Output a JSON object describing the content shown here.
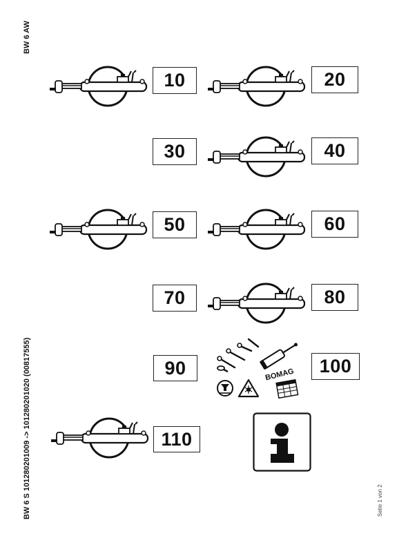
{
  "header": {
    "model": "BW 6 AW"
  },
  "footer": {
    "serial_range": "BW 6 S 101280201009  -> 101280201020 (00817555)",
    "page_indicator": "Seite 1 von 2"
  },
  "groups": [
    {
      "number": "10",
      "icon": "roller-compactor-icon"
    },
    {
      "number": "20",
      "icon": "roller-compactor-icon"
    },
    {
      "number": "30",
      "icon": null
    },
    {
      "number": "40",
      "icon": "roller-compactor-icon"
    },
    {
      "number": "50",
      "icon": "roller-compactor-icon"
    },
    {
      "number": "60",
      "icon": "roller-compactor-icon"
    },
    {
      "number": "70",
      "icon": null
    },
    {
      "number": "80",
      "icon": "roller-compactor-icon"
    },
    {
      "number": "90",
      "icon": null
    },
    {
      "number": "100",
      "icon": "tools-and-labels-icon",
      "labels": {
        "brand": "BOMAG"
      }
    },
    {
      "number": "110",
      "icon": "roller-compactor-icon"
    }
  ],
  "info": {
    "icon": "info-icon"
  }
}
